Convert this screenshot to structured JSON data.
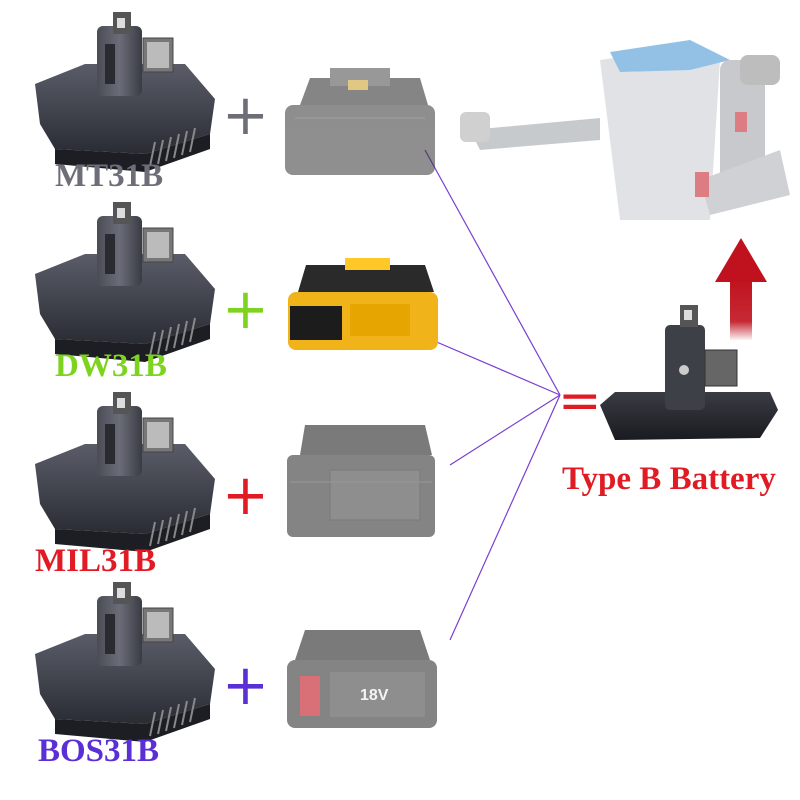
{
  "rows": [
    {
      "name": "MT31B",
      "color": "#6e6e78",
      "plus": "+",
      "plus_color": "#6e6e78",
      "battery": "makita-battery"
    },
    {
      "name": "DW31B",
      "color": "#7ed321",
      "plus": "+",
      "plus_color": "#7ed321",
      "battery": "dewalt-battery"
    },
    {
      "name": "MIL31B",
      "color": "#e01b24",
      "plus": "+",
      "plus_color": "#e01b24",
      "battery": "milwaukee-battery"
    },
    {
      "name": "BOS31B",
      "color": "#5a2fd6",
      "plus": "+",
      "plus_color": "#5a2fd6",
      "battery": "bosch-battery"
    }
  ],
  "result": {
    "equals": "=",
    "equals_color": "#e01b24",
    "label": "Type B Battery",
    "label_color": "#e01b24",
    "arrow_color": "#b0121e"
  },
  "bosch_battery_text": "18V",
  "line_color": "#7a3fd0"
}
